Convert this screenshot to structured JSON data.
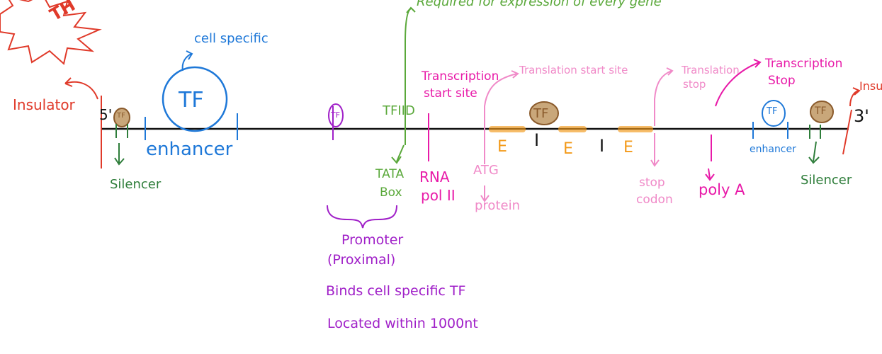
{
  "title_fragment": "TH",
  "note_top": "Required for expression of every gene",
  "labels": {
    "insulator_left": "Insulator",
    "five_prime": "5'",
    "tf": "TF",
    "silencer_left": "Silencer",
    "cell_specific": "cell specific",
    "enhancer_left": "enhancer",
    "tfiid": "TFIID",
    "tata_box_1": "TATA",
    "tata_box_2": "Box",
    "promoter_1": "Promoter",
    "promoter_2": "(Proximal)",
    "binds_tf": "Binds cell specific TF",
    "located": "Located within 1000nt",
    "rna_pol_1": "RNA",
    "rna_pol_2": "pol II",
    "transcription_start_1": "Transcription",
    "transcription_start_2": "start site",
    "translation_start": "Translation start site",
    "atg": "ATG",
    "protein": "protein",
    "exon": "E",
    "intron": "I",
    "translation_stop_1": "Translation",
    "translation_stop_2": "stop",
    "stop_codon_1": "stop",
    "stop_codon_2": "codon",
    "poly_a": "poly A",
    "transcription_stop_1": "Transcription",
    "transcription_stop_2": "Stop",
    "enhancer_right": "enhancer",
    "silencer_right": "Silencer",
    "three_prime": "3'",
    "insulator_right": "Insul"
  },
  "colors": {
    "red": "#e03a2a",
    "blue": "#1e78d8",
    "green": "#5aa83a",
    "dark_green": "#2e7d3a",
    "magenta": "#e81aa8",
    "pink": "#f08ac8",
    "purple": "#a020c8",
    "orange": "#f39a1a",
    "black": "#111111",
    "brown": "#8a5a2b"
  }
}
